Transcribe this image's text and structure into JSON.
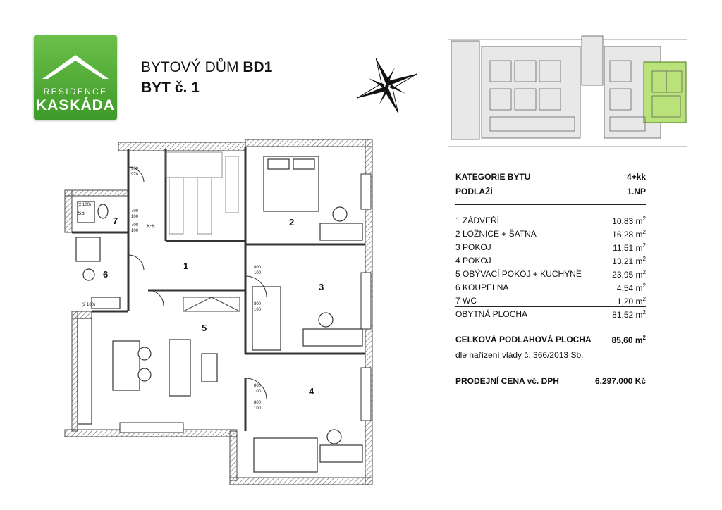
{
  "logo": {
    "line1": "RESIDENCE",
    "line2": "KASKÁDA"
  },
  "header": {
    "building_prefix": "BYTOVÝ DŮM ",
    "building_code": "BD1",
    "unit": "BYT č. 1"
  },
  "plan": {
    "rooms": [
      "1",
      "2",
      "3",
      "4",
      "5",
      "6",
      "7"
    ],
    "dims": [
      "900",
      "970",
      "700",
      "100",
      "700",
      "100",
      "800",
      "100",
      "800",
      "100",
      "800",
      "100",
      "800",
      "100"
    ],
    "tags": [
      "S6",
      "K-K",
      "(2 100)",
      "(2 100)"
    ]
  },
  "specs": {
    "category": {
      "label": "KATEGORIE BYTU",
      "value": "4+kk"
    },
    "floor": {
      "label": "PODLAŽÍ",
      "value": "1.NP"
    },
    "rooms": [
      {
        "label": "1 ZÁDVEŘÍ",
        "area": "10,83",
        "unit": "m",
        "exp": "2"
      },
      {
        "label": "2 LOŽNICE + ŠATNA",
        "area": "16,28",
        "unit": "m",
        "exp": "2"
      },
      {
        "label": "3 POKOJ",
        "area": "11,51",
        "unit": "m",
        "exp": "2"
      },
      {
        "label": "4 POKOJ",
        "area": "13,21",
        "unit": "m",
        "exp": "2"
      },
      {
        "label": "5 OBÝVACÍ POKOJ + KUCHYNĚ",
        "area": "23,95",
        "unit": "m",
        "exp": "2"
      },
      {
        "label": "6 KOUPELNA",
        "area": "4,54",
        "unit": "m",
        "exp": "2"
      },
      {
        "label": "7 WC",
        "area": "1,20",
        "unit": "m",
        "exp": "2"
      }
    ],
    "living_area": {
      "label": "OBYTNÁ PLOCHA",
      "area": "81,52",
      "unit": "m",
      "exp": "2"
    },
    "total": {
      "label": "CELKOVÁ PODLAHOVÁ PLOCHA",
      "area": "85,60",
      "unit": "m",
      "exp": "2"
    },
    "regulation": "dle nařízení vlády č. 366/2013 Sb.",
    "price": {
      "label": "PRODEJNÍ CENA vč. DPH",
      "value": "6.297.000 Kč"
    }
  },
  "colors": {
    "logo_green": "#4caf38",
    "highlight_green": "#b9e27a",
    "wall": "#7a7a7a"
  }
}
